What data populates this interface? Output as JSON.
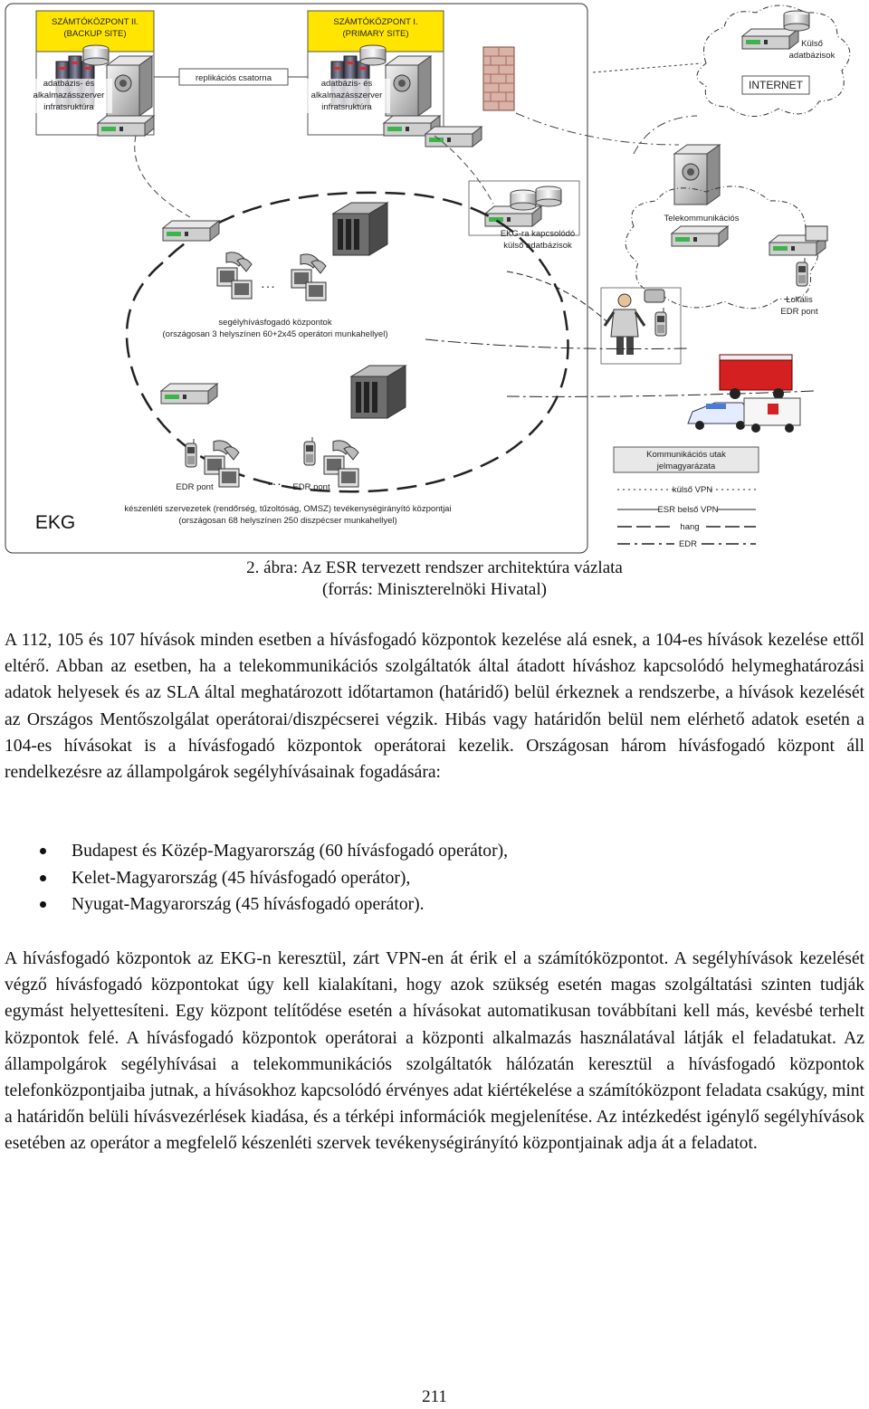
{
  "figure": {
    "backup_site_title_1": "SZÁMTÓKÖZPONT II.",
    "backup_site_title_2": "(BACKUP SITE)",
    "primary_site_title_1": "SZÁMTÓKÖZPONT I.",
    "primary_site_title_2": "(PRIMARY SITE)",
    "server_label_1": "adatbázis- és",
    "server_label_2": "alkalmazásszerver",
    "server_label_3": "infratsruktúra",
    "replication_label": "replikációs csatorna",
    "external_db_1": "Külső",
    "external_db_2": "adatbázisok",
    "internet_label": "INTERNET",
    "ekg_db_1": "EKG-ra kapcsolódó",
    "ekg_db_2": "külső adatbázisok",
    "telecom_label": "Telekommunikációs",
    "psap_label_1": "segélyhívásfogadó központok",
    "psap_label_2": "(országosan 3 helyszínen 60+2x45 operátori munkahellyel)",
    "local_edr_1": "Lokális",
    "local_edr_2": "EDR pont",
    "edr_point_1": "EDR pont",
    "edr_point_2": "EDR pont",
    "ellipsis": ". . .",
    "ekg_label": "EKG",
    "dispatch_label_1": "készenléti szervezetek (rendőrség, tűzoltóság, OMSZ) tevékenységirányító központjai",
    "dispatch_label_2": "(országosan 68 helyszínen 250 diszpécser munkahellyel)",
    "legend_title_1": "Kommunikációs utak",
    "legend_title_2": "jelmagyarázata",
    "legend_items": [
      "külső VPN",
      "ESR belső VPN",
      "hang",
      "EDR"
    ]
  },
  "caption": {
    "line1": "2. ábra: Az ESR tervezett rendszer architektúra vázlata",
    "line2": "(forrás: Miniszterelnöki Hivatal)"
  },
  "paragraph1": "A 112, 105 és 107 hívások minden esetben a hívásfogadó központok kezelése alá esnek, a 104-es hívások kezelése ettől eltérő. Abban az esetben, ha a telekommunikációs szolgáltatók által átadott híváshoz kapcsolódó helymeghatározási adatok helyesek és az SLA által meghatározott időtartamon (határidő) belül érkeznek a rendszerbe, a hívások kezelését az Országos Mentőszolgálat operátorai/diszpécserei végzik. Hibás vagy határidőn belül nem elérhető adatok esetén a 104-es hívásokat is a hívásfogadó központok operátorai kezelik. Országosan három hívásfogadó központ áll rendelkezésre az állampolgárok segélyhívásainak fogadására:",
  "bullets": [
    "Budapest és Közép-Magyarország (60 hívásfogadó operátor),",
    "Kelet-Magyarország (45 hívásfogadó operátor),",
    "Nyugat-Magyarország (45 hívásfogadó operátor)."
  ],
  "paragraph2": "A hívásfogadó központok az EKG-n keresztül, zárt VPN-en át érik el a számítóközpontot. A segélyhívások kezelését végző hívásfogadó központokat úgy kell kialakítani, hogy azok szükség esetén magas szolgáltatási szinten tudják egymást helyettesíteni. Egy központ telítődése esetén a hívásokat automatikusan továbbítani kell más, kevésbé terhelt központok felé. A hívásfogadó központok operátorai a központi alkalmazás használatával látják el feladatukat. Az állampolgárok segélyhívásai a telekommunikációs szolgáltatók hálózatán keresztül a hívásfogadó központok telefonközpontjaiba jutnak, a hívásokhoz kapcsolódó érvényes adat kiértékelése a számítóközpont feladata csakúgy, mint a határidőn belüli hívásvezérlések kiadása, és a térképi információk megjelenítése. Az intézkedést igénylő segélyhívások esetében az operátor a megfelelő készenléti szervek tevékenységirányító központjainak adja át a feladatot.",
  "page_number": "211"
}
